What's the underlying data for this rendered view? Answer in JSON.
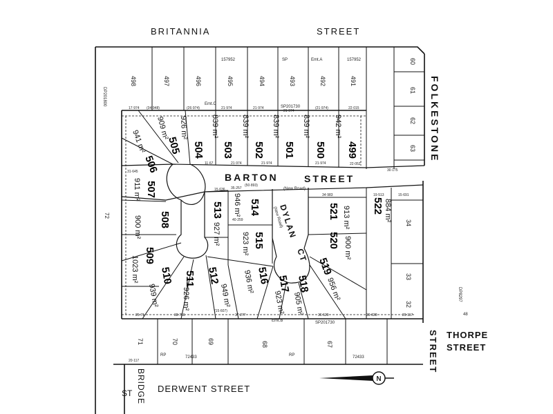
{
  "streets": {
    "britannia": "BRITANNIA",
    "britannia_street": "STREET",
    "folkestone": "FOLKESTONE",
    "barton": "BARTON",
    "barton_street": "STREET",
    "new_road_barton": "(New Road)",
    "dylan": "DYLAN",
    "ct": "CT",
    "new_road_dylan": "(New Road)",
    "thorpe": "THORPE",
    "thorpe_street": "STREET",
    "derwent": "DERWENT STREET",
    "bridge": "BRIDGE",
    "st": "ST"
  },
  "lots_main": [
    {
      "num": "506",
      "area": "941 m²"
    },
    {
      "num": "505",
      "area": "909 m²"
    },
    {
      "num": "504",
      "area": "926 m²"
    },
    {
      "num": "503",
      "area": "839 m²"
    },
    {
      "num": "502",
      "area": "839 m²"
    },
    {
      "num": "501",
      "area": "839 m²"
    },
    {
      "num": "500",
      "area": "839 m²"
    },
    {
      "num": "499",
      "area": "942 m²"
    },
    {
      "num": "507",
      "area": "911 m²"
    },
    {
      "num": "508",
      "area": "900 m²"
    },
    {
      "num": "509",
      "area": "1023 m²"
    },
    {
      "num": "510",
      "area": "939 m²"
    },
    {
      "num": "511",
      "area": "926 m²"
    },
    {
      "num": "512",
      "area": "949 m²"
    },
    {
      "num": "513",
      "area": "927 m²"
    },
    {
      "num": "514",
      "area": "946 m²"
    },
    {
      "num": "515",
      "area": "923 m²"
    },
    {
      "num": "516",
      "area": "936 m²"
    },
    {
      "num": "517",
      "area": "923 m²"
    },
    {
      "num": "518",
      "area": "905 m²"
    },
    {
      "num": "519",
      "area": "956 m²"
    },
    {
      "num": "520",
      "area": "900 m²"
    },
    {
      "num": "521",
      "area": "913 m²"
    },
    {
      "num": "522",
      "area": "884 m²"
    }
  ],
  "lots_existing": [
    "498",
    "497",
    "496",
    "495",
    "494",
    "493",
    "492",
    "491",
    "60",
    "61",
    "62",
    "63",
    "34",
    "33",
    "32",
    "71",
    "70",
    "69",
    "68",
    "67"
  ],
  "plan_refs": {
    "dp_157952_a": "157952",
    "sp": "SP",
    "emt_a": "Emt.A",
    "dp_157952_b": "157952",
    "emt_c": "Emt.C",
    "sp_201730_top": "SP201730",
    "emt_b": "Emt.B",
    "sp_201730_bottom": "SP201730",
    "dp_72433_a": "72433",
    "dp_72433_b": "72433",
    "rp_a": "RP",
    "rp_b": "RP",
    "dp_201800": "DP201800",
    "dp_8297": "DP8297",
    "cp_48": "48",
    "lot_72": "72"
  },
  "dimensions": {
    "d1": "17·974",
    "d2": "(34·948)",
    "d3": "(26·974)",
    "d4": "21·974",
    "d5": "21·974",
    "d6": "21·974",
    "d7": "(21·974)",
    "d8": "22·015",
    "d9": "11·67",
    "d10": "21·974",
    "d11": "21·974",
    "d12": "21·974",
    "d13": "22·052",
    "d14": "30·175",
    "d15": "31·645",
    "d16": "35·257",
    "d17": "(50·893)",
    "d18": "34·983",
    "d19": "19·513",
    "d20": "15·691",
    "d21": "25·71",
    "d22": "38·756",
    "d23": "(15·607)",
    "d24": "37·277",
    "d25": "36·529",
    "d26": "39·028",
    "d27": "20·117",
    "d28": "20·117",
    "d29": "40·259",
    "d30": "15·636"
  },
  "misc": {
    "north_label": "N",
    "emt_b_bottom": "Emt.B"
  },
  "colors": {
    "ink": "#111111",
    "paper": "#ffffff"
  }
}
